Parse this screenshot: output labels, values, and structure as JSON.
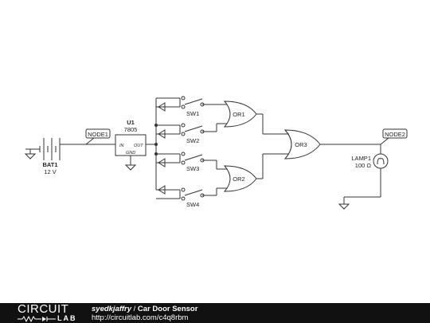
{
  "diagram": {
    "battery": {
      "name": "BAT1",
      "value": "12 V"
    },
    "regulator": {
      "name": "U1",
      "part": "7805",
      "pin_in": "IN",
      "pin_out": "OUT",
      "pin_gnd": "GND"
    },
    "nodes": [
      "NODE1",
      "NODE2"
    ],
    "switches": [
      "SW1",
      "SW2",
      "SW3",
      "SW4"
    ],
    "gates": [
      "OR1",
      "OR2",
      "OR3"
    ],
    "lamp": {
      "name": "LAMP1",
      "value": "100 Ω"
    }
  },
  "footer": {
    "brand_top": "CIRCUIT",
    "brand_bottom": "LAB",
    "author": "syedkjaffry",
    "separator": "/",
    "title": "Car Door Sensor",
    "url": "http://circuitlab.com/c4q8rbm"
  },
  "colors": {
    "wire": "#333333",
    "footer_bg": "#111111"
  }
}
